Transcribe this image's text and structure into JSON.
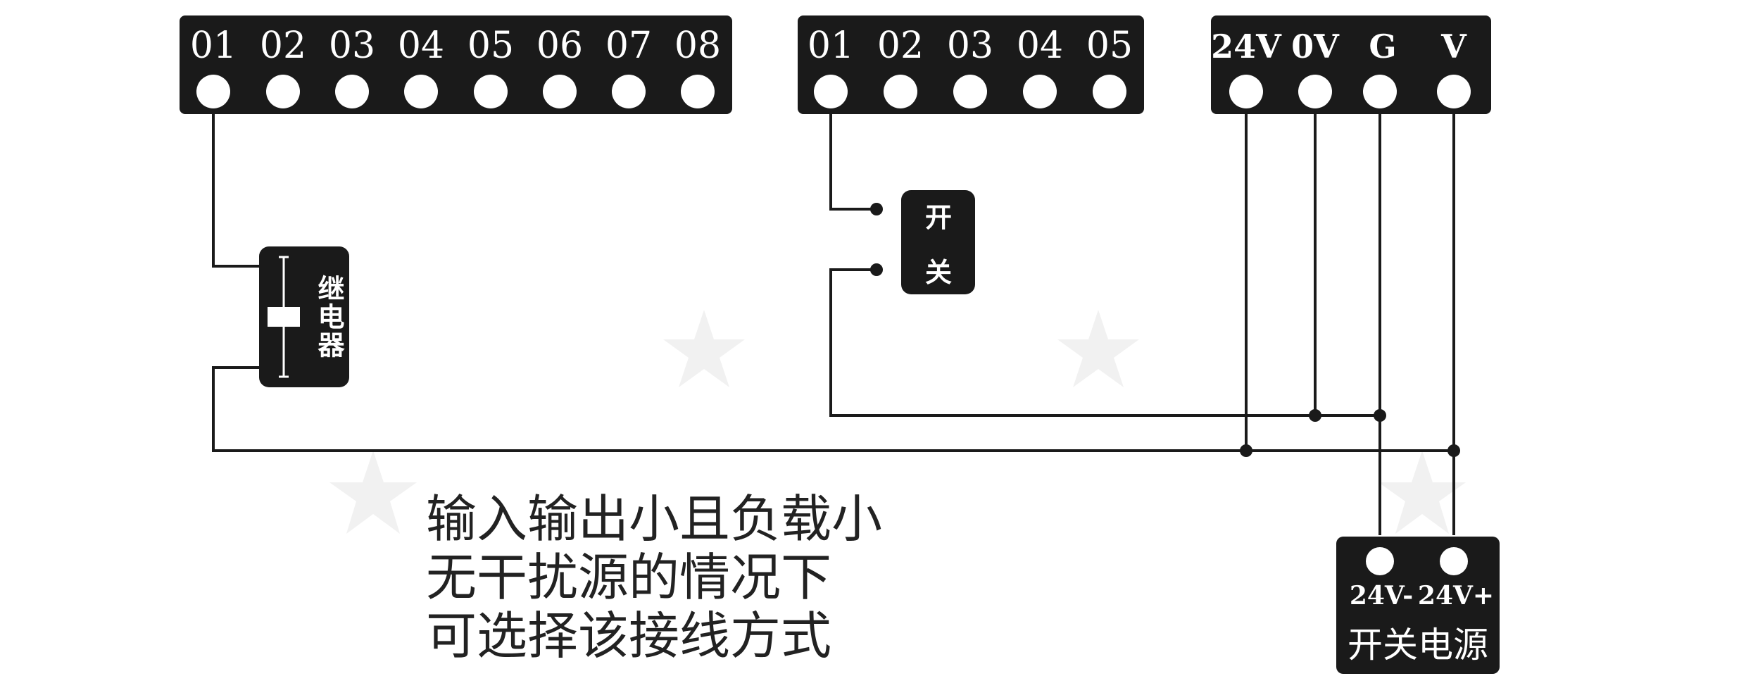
{
  "output_terminal": {
    "labels": [
      "01",
      "02",
      "03",
      "04",
      "05",
      "06",
      "07",
      "08"
    ]
  },
  "input_terminal": {
    "labels": [
      "01",
      "02",
      "03",
      "04",
      "05"
    ]
  },
  "power_terminal": {
    "labels": [
      "24V",
      "0V",
      "G",
      "V"
    ]
  },
  "relay": {
    "label": "继电器"
  },
  "switch": {
    "label_top": "开",
    "label_bottom": "关"
  },
  "psu": {
    "minus": "24V-",
    "plus": "24V+",
    "label": "开关电源"
  },
  "note": {
    "lines": [
      "输入输出小且负载小",
      "无干扰源的情况下",
      "可选择该接线方式"
    ]
  },
  "colors": {
    "block": "#1a1a1a",
    "background": "#ffffff",
    "watermark": "#f1f1f1"
  }
}
